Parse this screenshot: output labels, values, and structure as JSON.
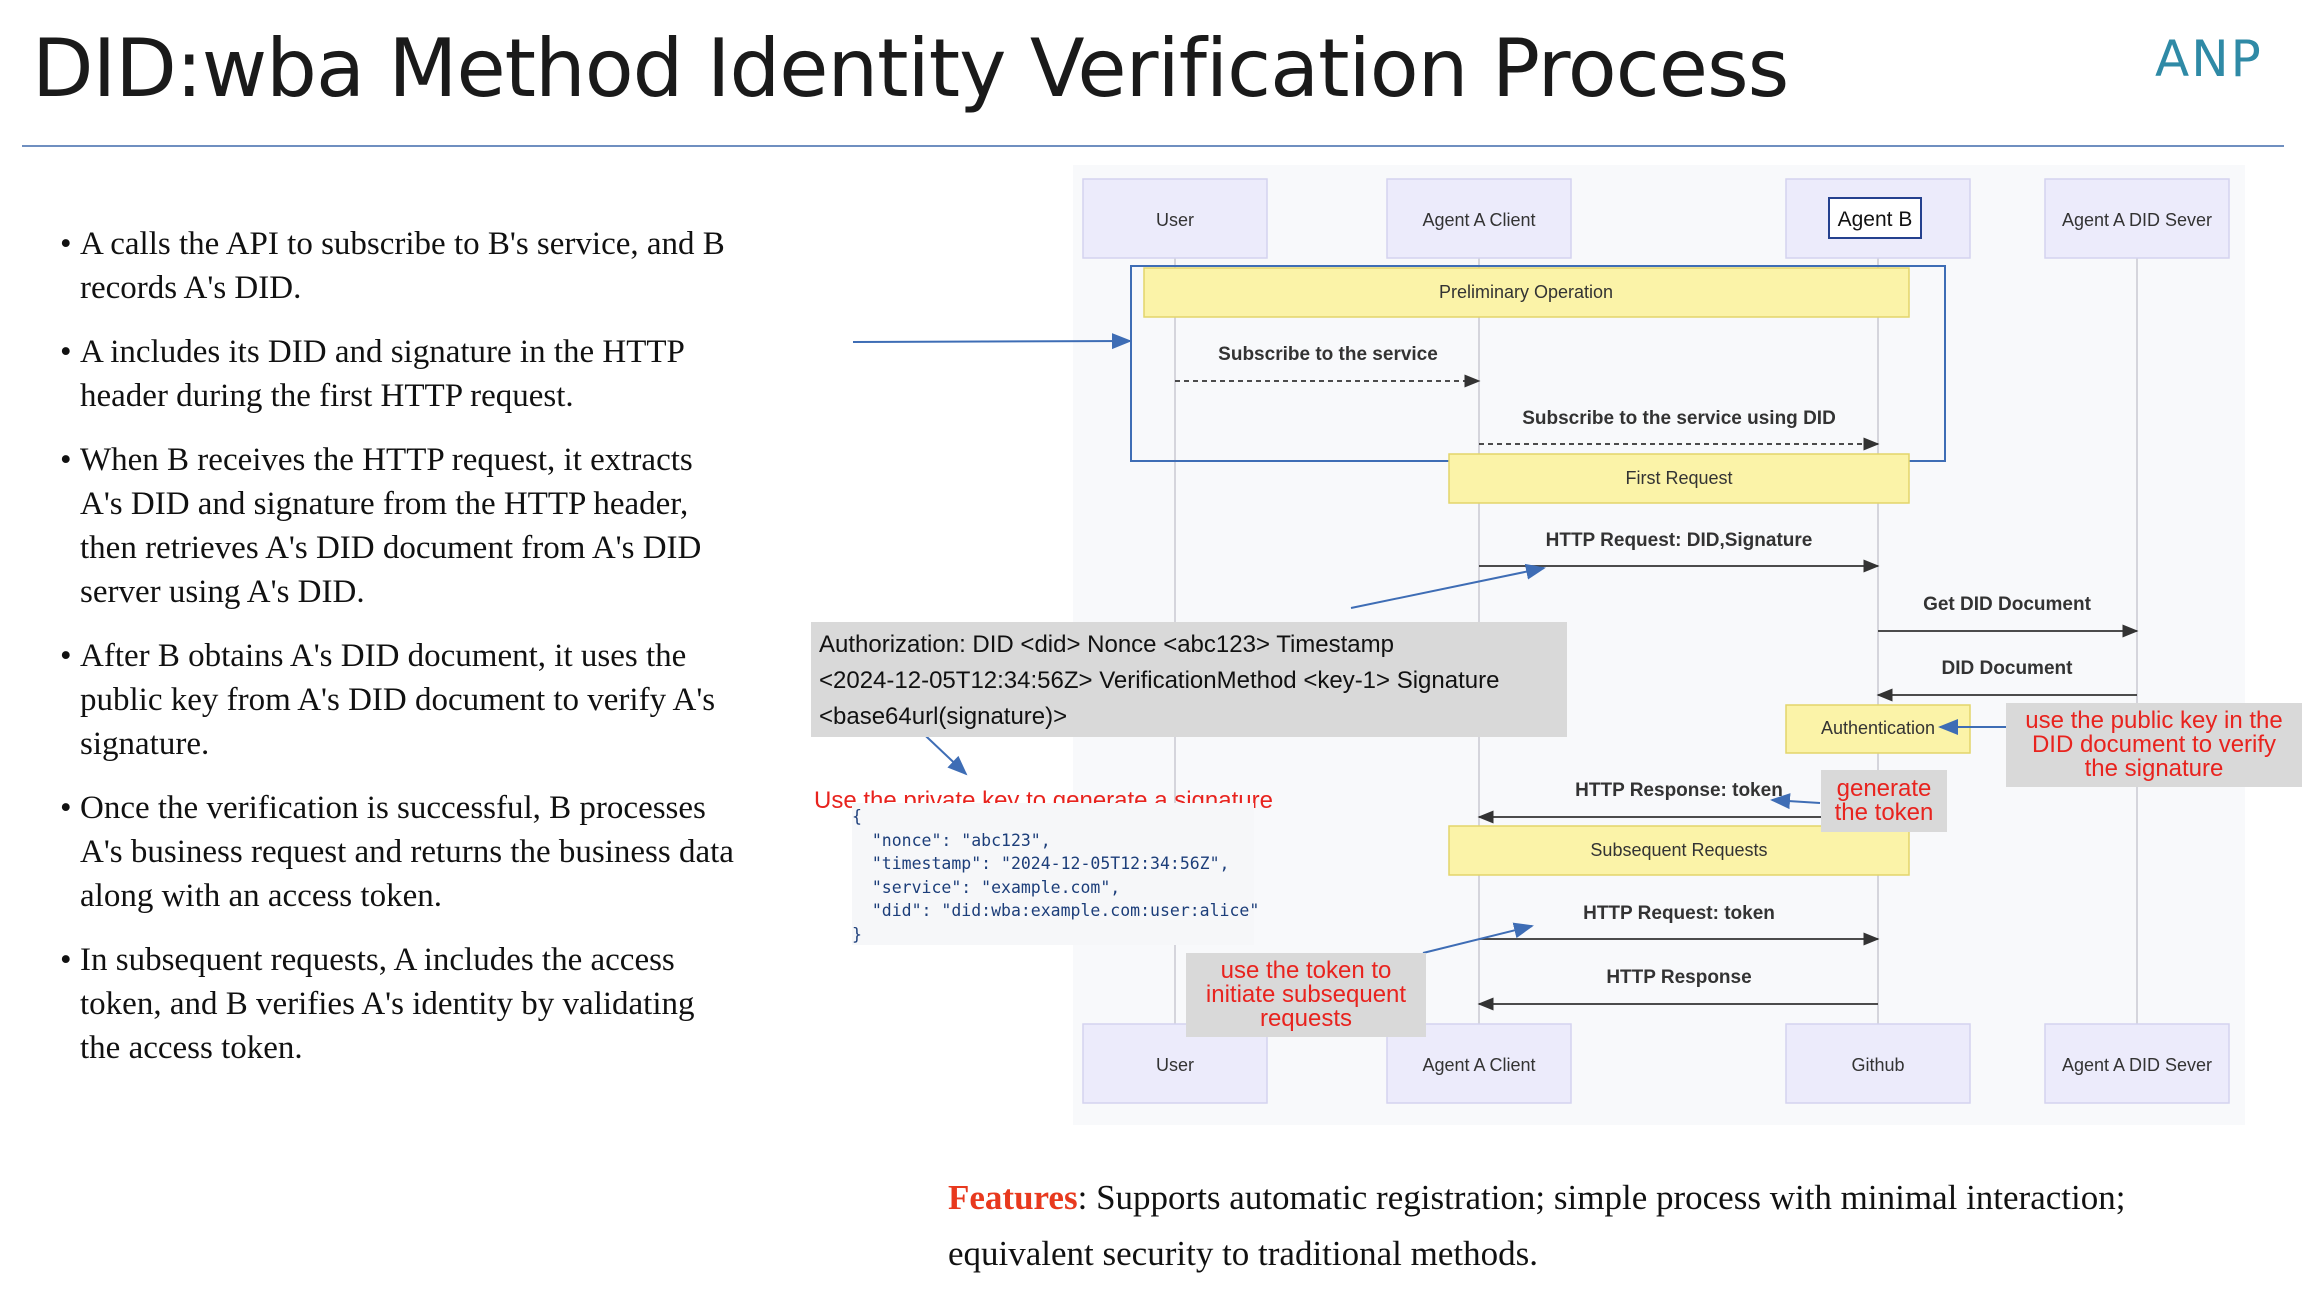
{
  "title": "DID:wba Method Identity Verification Process",
  "logo": "ANP",
  "bullets": [
    "A calls the API to subscribe to B's service, and B records A's DID.",
    "A includes its DID and signature in the HTTP header during the first HTTP request.",
    "When B receives the HTTP request, it extracts A's DID and signature from the HTTP header, then retrieves A's DID document from A's DID server using A's DID.",
    "After B obtains A's DID document, it uses the public key from A's DID document to verify A's signature.",
    "Once the verification is successful, B processes A's business request and returns the business data along with an access token.",
    "In subsequent requests, A includes the access token, and B verifies A's identity by validating the access token."
  ],
  "features": {
    "label": "Features",
    "text": ": Supports automatic registration; simple process with minimal interaction; equivalent security to traditional methods."
  },
  "diagram": {
    "participants_top": [
      "User",
      "Agent A Client",
      "Agent B",
      "Agent A DID Sever"
    ],
    "participants_bottom": [
      "User",
      "Agent A Client",
      "Github",
      "Agent A DID Sever"
    ],
    "sections": [
      "Preliminary Operation",
      "First Request",
      "Authentication",
      "Subsequent Requests"
    ],
    "messages": [
      "Subscribe to the service",
      "Subscribe to the service using DID",
      "HTTP Request: DID,Signature",
      "Get DID Document",
      "DID Document",
      "HTTP Response: token",
      "HTTP Request: token",
      "HTTP Response"
    ],
    "auth_header": [
      "Authorization: DID <did> Nonce <abc123> Timestamp",
      "<2024-12-05T12:34:56Z> VerificationMethod <key-1> Signature",
      "<base64url(signature)>"
    ],
    "notes": {
      "sign": "Use the private key to generate a signature",
      "verify": [
        "use the public key in the",
        "DID document to verify",
        "the signature"
      ],
      "generate": [
        "generate",
        "the token"
      ],
      "use_token": [
        "use the token to",
        "initiate subsequent",
        "requests"
      ]
    },
    "code_lines": [
      "{",
      "  \"nonce\": \"abc123\",",
      "  \"timestamp\": \"2024-12-05T12:34:56Z\",",
      "  \"service\": \"example.com\",",
      "  \"did\": \"did:wba:example.com:user:alice\"",
      "}"
    ],
    "colors": {
      "participant_fill": "#ecebfb",
      "section_fill": "#fbf3a8",
      "accent_blue": "#3e6db5",
      "note_red": "#e8231e"
    }
  }
}
